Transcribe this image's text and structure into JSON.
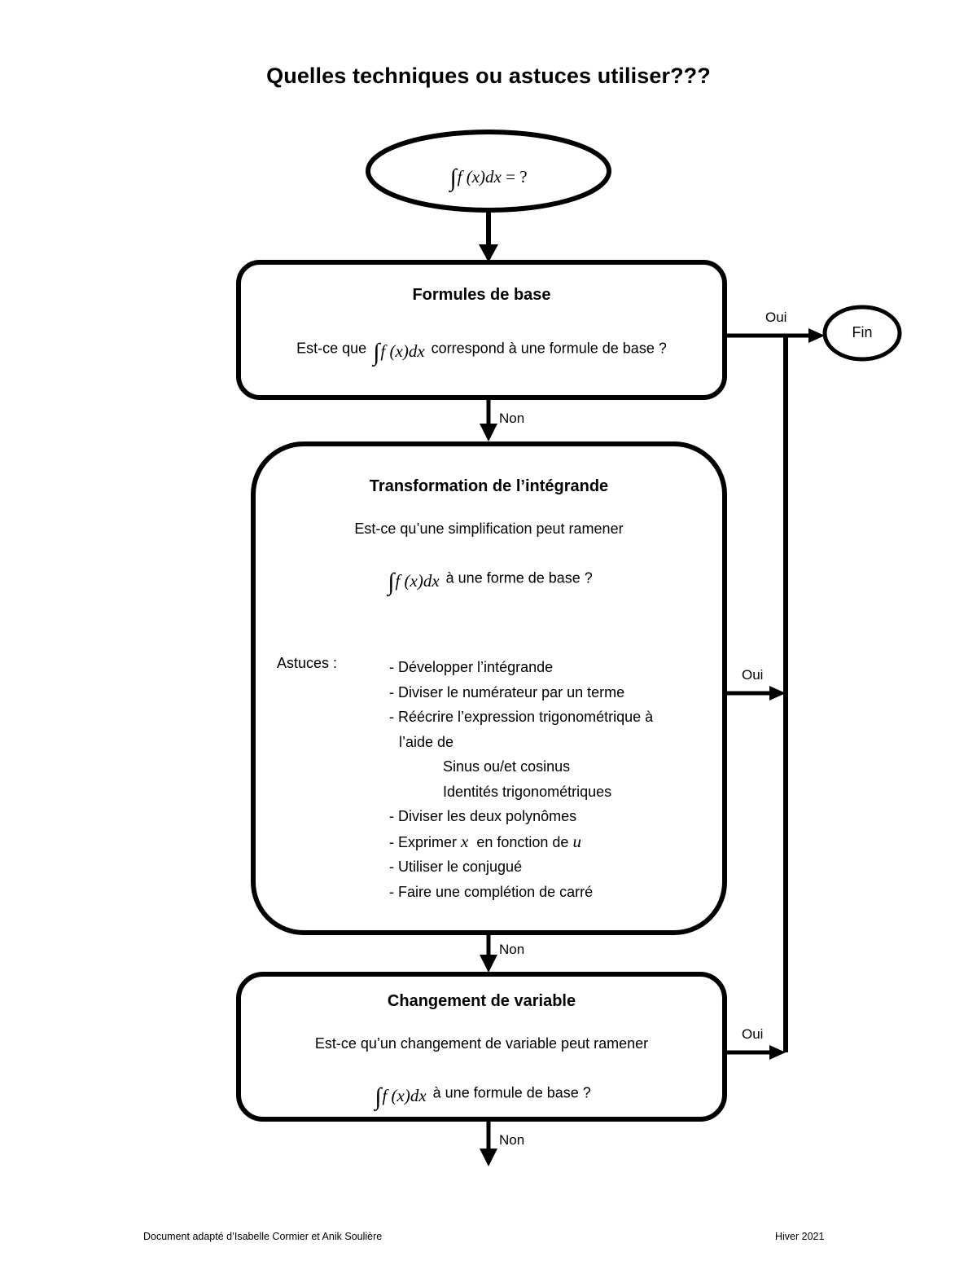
{
  "document": {
    "title": "Quelles techniques ou astuces utiliser???"
  },
  "nodes": {
    "start": {
      "shape": "ellipse",
      "math": {
        "integral": "∫",
        "body": "f (x)dx",
        "equals": "= ?"
      },
      "text": "∫ f(x)dx = ?"
    },
    "formules_de_base": {
      "heading": "Formules de base",
      "question_prefix": "Est-ce que",
      "question_math": "∫ f(x)dx",
      "question_suffix": "correspond à une formule de base ?"
    },
    "transformation": {
      "heading": "Transformation de l’intégrande",
      "question_line1": "Est-ce qu’une simplification peut ramener",
      "question_math": "∫ f(x)dx",
      "question_suffix": "à une forme de base ?",
      "astuces_label": "Astuces :",
      "astuces": [
        {
          "kind": "dash",
          "text": "Développer l’intégrande"
        },
        {
          "kind": "dash",
          "text": "Diviser le numérateur par un terme"
        },
        {
          "kind": "dash",
          "text": "Réécrire l’expression trigonométrique à"
        },
        {
          "kind": "cont",
          "text": "l’aide de"
        },
        {
          "kind": "sub",
          "text": "Sinus ou/et cosinus"
        },
        {
          "kind": "sub",
          "text": "Identités trigonométriques"
        },
        {
          "kind": "dash",
          "text": "Diviser les deux polynômes"
        },
        {
          "kind": "dash",
          "text": "Exprimer x en fonction de u",
          "math_vars": [
            "x",
            "u"
          ]
        },
        {
          "kind": "dash",
          "text": "Utiliser le conjugué"
        },
        {
          "kind": "dash",
          "text": "Faire une complétion de carré"
        }
      ]
    },
    "changement_de_variable": {
      "heading": "Changement de variable",
      "question_line1": "Est-ce qu’un changement de variable peut ramener",
      "question_math": "∫ f(x)dx",
      "question_suffix": "à une formule de base ?"
    },
    "fin": {
      "shape": "ellipse",
      "label": "Fin"
    }
  },
  "edges": [
    {
      "id": "start-to-formules",
      "label": "",
      "from": "start",
      "to": "formules_de_base"
    },
    {
      "id": "formules-oui",
      "label": "Oui",
      "from": "formules_de_base",
      "to": "fin"
    },
    {
      "id": "formules-non",
      "label": "Non",
      "from": "formules_de_base",
      "to": "transformation"
    },
    {
      "id": "transformation-oui",
      "label": "Oui",
      "from": "transformation",
      "to": "fin"
    },
    {
      "id": "transformation-non",
      "label": "Non",
      "from": "transformation",
      "to": "changement_de_variable"
    },
    {
      "id": "changement-oui",
      "label": "Oui",
      "from": "changement_de_variable",
      "to": "fin"
    },
    {
      "id": "changement-non",
      "label": "Non",
      "from": "changement_de_variable",
      "to": ""
    }
  ],
  "footer": {
    "credit": "Document adapté d’Isabelle Cormier et Anik Soulière",
    "term": "Hiver 2021"
  },
  "colors": {
    "stroke": "#000000",
    "background": "#ffffff",
    "text": "#000000"
  }
}
